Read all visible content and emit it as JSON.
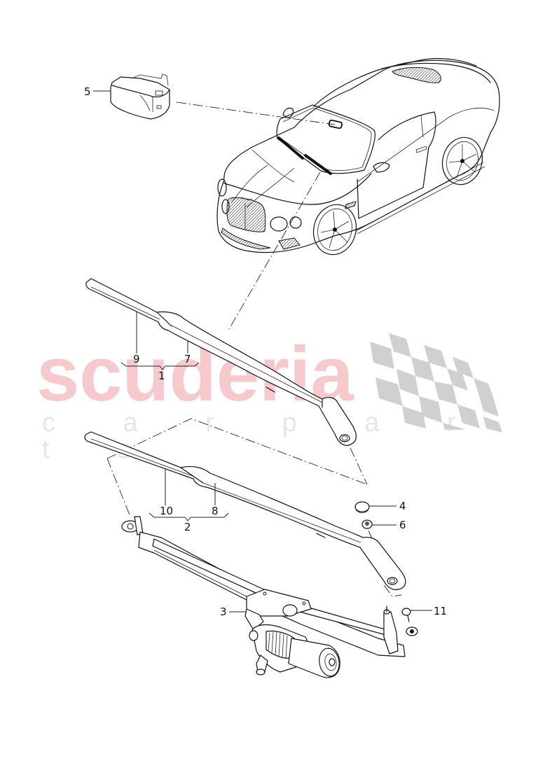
{
  "diagram": {
    "title": "Windscreen wiper system exploded view",
    "watermark": {
      "brand": "scuderia",
      "subtitle": "c a r p a r t s",
      "brand_color": "#f6c9cc",
      "subtitle_color": "#e6e6e6",
      "flag_color": "#c8c8c8"
    },
    "callouts": [
      {
        "id": "5",
        "label": "5",
        "part": "rain-light-sensor"
      },
      {
        "id": "9",
        "label": "9",
        "part": "wiper-blade-left"
      },
      {
        "id": "7",
        "label": "7",
        "part": "wiper-arm-left"
      },
      {
        "id": "1",
        "label": "1",
        "part": "wiper-arm-assembly-left"
      },
      {
        "id": "10",
        "label": "10",
        "part": "wiper-blade-right"
      },
      {
        "id": "8",
        "label": "8",
        "part": "wiper-arm-right"
      },
      {
        "id": "2",
        "label": "2",
        "part": "wiper-arm-assembly-right"
      },
      {
        "id": "4",
        "label": "4",
        "part": "cover-cap"
      },
      {
        "id": "6",
        "label": "6",
        "part": "hex-nut"
      },
      {
        "id": "3",
        "label": "3",
        "part": "wiper-motor-linkage"
      },
      {
        "id": "11",
        "label": "11",
        "part": "bolt"
      }
    ]
  }
}
